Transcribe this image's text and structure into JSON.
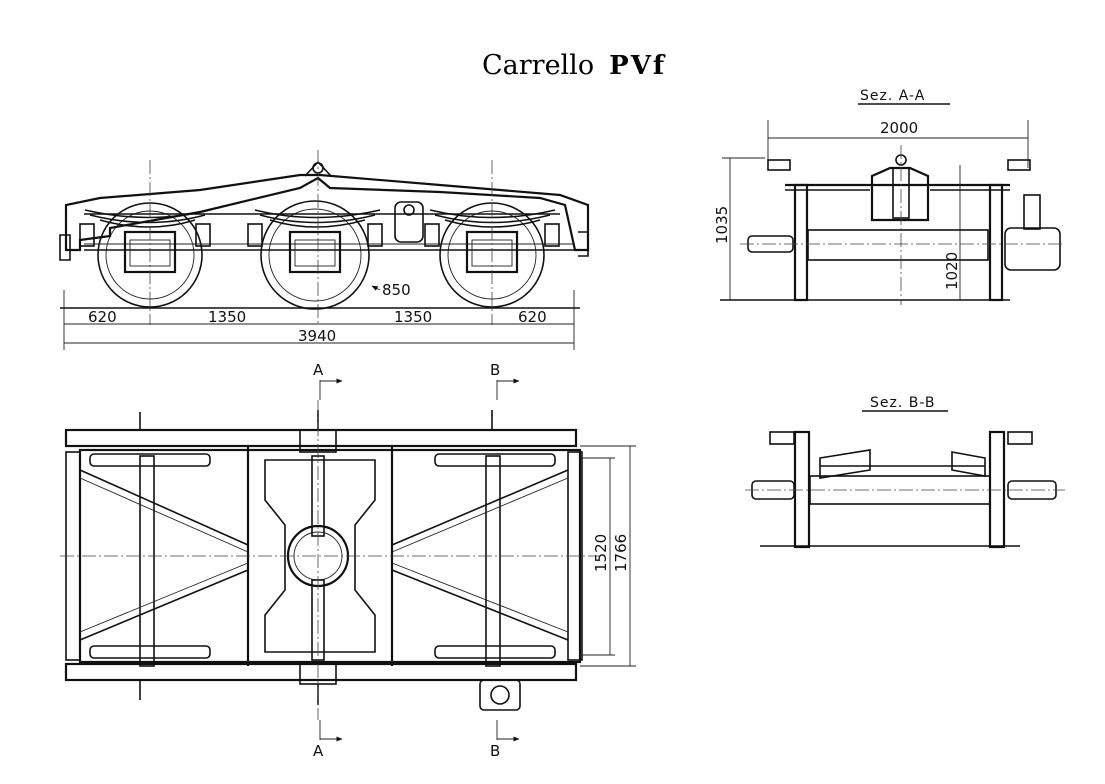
{
  "title": {
    "prefix": "Carrello",
    "model": "PVf"
  },
  "side_view": {
    "dims": {
      "end_left": "620",
      "pitch_left": "1350",
      "pitch_right": "1350",
      "end_right": "620",
      "total": "3940",
      "wheel": "850"
    }
  },
  "plan_view": {
    "cuts": {
      "a": "A",
      "b": "B"
    },
    "dims": {
      "inner": "1520",
      "outer": "1766"
    }
  },
  "section_aa": {
    "label": "Sez. A-A",
    "dims": {
      "width": "2000",
      "height": "1035",
      "axle": "1020"
    }
  },
  "section_bb": {
    "label": "Sez. B-B"
  }
}
